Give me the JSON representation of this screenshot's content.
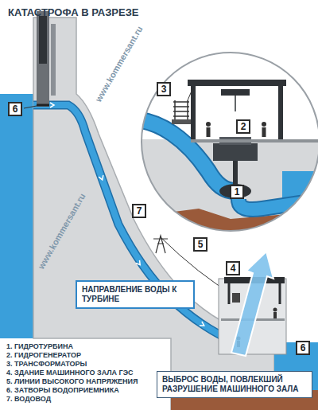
{
  "diagram": {
    "title": "КАТАСТРОФА В РАЗРЕЗЕ",
    "nodes": [
      {
        "text": [
          "6"
        ]
      },
      {
        "text": [
          "3"
        ]
      },
      {
        "text": [
          "2"
        ]
      },
      {
        "text": [
          "1"
        ]
      },
      {
        "text": [
          "7"
        ]
      },
      {
        "text": [
          "5"
        ]
      },
      {
        "text": [
          "4"
        ]
      },
      {
        "text": [
          "НАПРАВЛЕНИЕ ВОДЫ К ТУРБИНЕ"
        ]
      },
      {
        "text": [
          "6"
        ]
      },
      {
        "text": [
          "ВЫБРОС ВОДЫ, ПОВЛЕКШИЙ РАЗРУШЕНИЕ МАШИННОГО ЗАЛА"
        ]
      }
    ],
    "labels": [
      "www.kommersant.ru",
      "www.kommersant.ru"
    ],
    "legend": [
      {
        "text": "1. ГИДРОТУРБИНА"
      },
      {
        "text": "2. ГИДРОГЕНЕРАТОР"
      },
      {
        "text": "3. ТРАНСФОРМАТОРЫ"
      },
      {
        "text": "4. ЗДАНИЕ МАШИННОГО ЗАЛА ГЭС"
      },
      {
        "text": "5. ЛИНИИ ВЫСОКОГО НАПРЯЖЕНИЯ"
      },
      {
        "text": "6. ЗАТВОРЫ ВОДОПРИЕМНИКА"
      },
      {
        "text": "7. ВОДОВОД"
      }
    ]
  }
}
